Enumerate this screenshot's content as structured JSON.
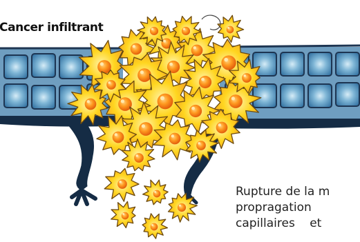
{
  "title": "Cancer infiltrant",
  "caption": {
    "line1": "Rupture de la m",
    "line2": "propragation",
    "line3": "capillaires et"
  },
  "colors": {
    "membrane_fill": "#6f9ec0",
    "membrane_cell": "#3f82ad",
    "vessel": "#152c45",
    "cell_body": "#ffd51f",
    "cell_edge": "#f0a020",
    "nucleus": "#f07a10"
  }
}
